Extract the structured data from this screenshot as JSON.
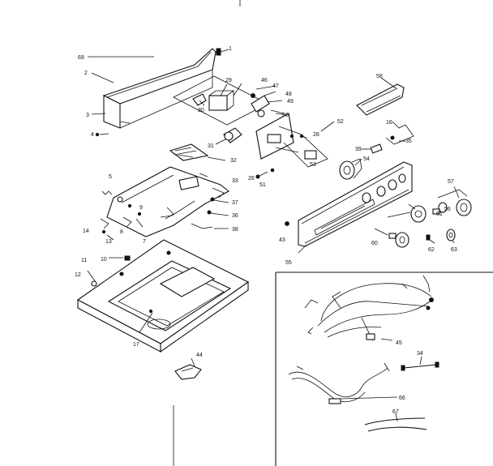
{
  "callouts": {
    "c69": "69",
    "c1": "1",
    "c2": "2",
    "c3": "3",
    "c4": "4",
    "c29": "29",
    "c30": "30",
    "c31": "31",
    "c32": "32",
    "c33": "33",
    "c46": "46",
    "c47": "47",
    "c48": "48",
    "c49": "49",
    "c50": "50",
    "c58": "58",
    "c52": "52",
    "c28": "28",
    "c53": "53",
    "c54": "54",
    "c16": "16",
    "c35": "35",
    "c39": "39",
    "c51": "51",
    "c26": "26",
    "c5": "5",
    "c9": "9",
    "c37": "37",
    "c36": "36",
    "c38": "38",
    "c8": "8",
    "c14": "14",
    "c13": "13",
    "c7": "7",
    "c57": "57",
    "c56": "56",
    "c61": "61",
    "c62": "62",
    "c63": "63",
    "c60": "60",
    "c43": "43",
    "c55": "55",
    "c10": "10",
    "c11": "11",
    "c12": "12",
    "c17": "17",
    "c44": "44",
    "c45": "45",
    "c34": "34",
    "c66": "66",
    "c67": "67"
  }
}
